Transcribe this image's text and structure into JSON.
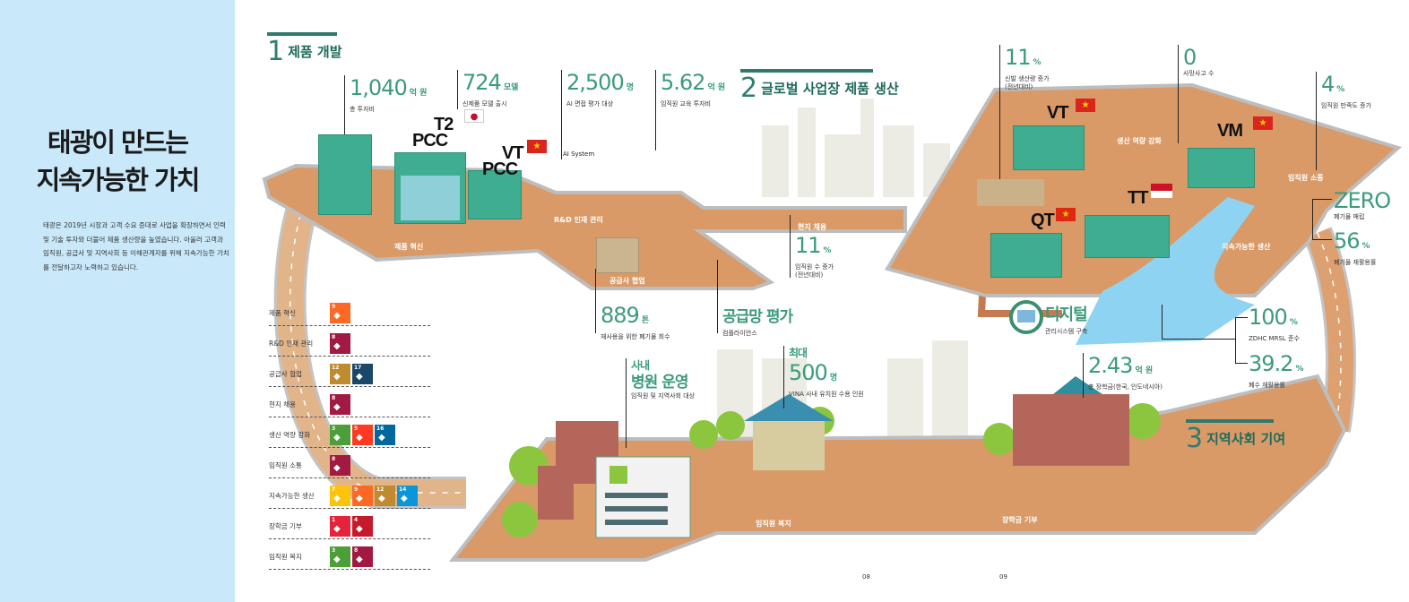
{
  "intro": {
    "title_line1": "태광이 만드는",
    "title_line2": "지속가능한 가치",
    "body": "태광은 2019년 시장과 고객 수요 증대로 사업을 확장하면서 인력 및 기술 투자와 더불어 제품 생산량을 높였습니다. 아울러 고객과 임직원, 공급사 및 지역사회 등 이해관계자를 위해 지속가능한 가치를 전달하고자 노력하고 있습니다."
  },
  "sections": [
    {
      "num": "1",
      "title": "제품 개발"
    },
    {
      "num": "2",
      "title": "글로벌 사업장 제품 생산"
    },
    {
      "num": "3",
      "title": "지역사회 기여"
    }
  ],
  "stats": {
    "investment": {
      "value": "1,040",
      "unit": "억 원",
      "caption": "총 투자비"
    },
    "models": {
      "value": "724",
      "unit": "모델",
      "caption": "신제품 모델 출시"
    },
    "ai": {
      "value": "2,500",
      "unit": "명",
      "caption": "AI 면접 평가 대상"
    },
    "edu": {
      "value": "5.62",
      "unit": "억 원",
      "caption": "임직원 교육 투자비"
    },
    "waste": {
      "value": "889",
      "unit": "톤",
      "caption": "재사용을 위한 폐기물 회수"
    },
    "supply": {
      "value": "공급망 평가",
      "caption": "컴플라이언스"
    },
    "staff": {
      "value": "11",
      "unit": "%",
      "caption1": "임직원 수 증가",
      "caption2": "(전년대비)"
    },
    "shoes": {
      "value": "11",
      "unit": "%",
      "caption1": "신발 생산량 증가",
      "caption2": "(전년대비)"
    },
    "fatal": {
      "value": "0",
      "caption": "사망사고 수"
    },
    "satisfaction": {
      "value": "4",
      "unit": "%",
      "caption": "임직원 만족도 증가"
    },
    "zero": {
      "value": "ZERO",
      "caption": "폐기물 매립"
    },
    "recycle": {
      "value": "56",
      "unit": "%",
      "caption": "폐기물 재활용률"
    },
    "digital": {
      "value": "디지털",
      "caption": "관리시스템 구축"
    },
    "zdhc": {
      "value": "100",
      "unit": "%",
      "caption": "ZDHC MRSL 준수"
    },
    "water": {
      "value": "39.2",
      "unit": "%",
      "caption": "폐수 재활용률"
    },
    "hospital": {
      "pre": "사내",
      "value": "병원 운영",
      "caption": "임직원 및 지역사회 대상"
    },
    "kinder": {
      "pre": "최대",
      "value": "500",
      "unit": "명",
      "caption": "VINA 사내 유치원 수용 인원"
    },
    "scholar": {
      "value": "2.43",
      "unit": "억 원",
      "caption": "총 장학금(한국, 인도네시아)"
    }
  },
  "scene_labels": {
    "product": "제품 혁신",
    "rnd": "R&D 인재 관리",
    "ai_system": "AI System",
    "supplier": "공급사 협업",
    "local": "현지 채용",
    "capacity": "생산 역량 강화",
    "comm": "임직원 소통",
    "sustain": "지속가능한 생산",
    "welfare": "임직원 복지",
    "scholar": "장학금 기부"
  },
  "factories": {
    "pcc_t2_a": "T2",
    "pcc_t2_b": "PCC",
    "pcc_vt_a": "VT",
    "pcc_vt_b": "PCC",
    "vt": "VT",
    "vm": "VM",
    "qt": "QT",
    "tt": "TT"
  },
  "sdg_rows": [
    {
      "label": "제품 혁신",
      "goals": [
        9
      ]
    },
    {
      "label": "R&D 인재 관리",
      "goals": [
        8
      ]
    },
    {
      "label": "공급사 협업",
      "goals": [
        12,
        17
      ]
    },
    {
      "label": "현지 채용",
      "goals": [
        8
      ]
    },
    {
      "label": "생산 역량 강화",
      "goals": [
        3,
        5,
        16
      ]
    },
    {
      "label": "임직원 소통",
      "goals": [
        8
      ]
    },
    {
      "label": "지속가능한 생산",
      "goals": [
        7,
        9,
        12,
        14
      ]
    },
    {
      "label": "장학금 기부",
      "goals": [
        1,
        4
      ]
    },
    {
      "label": "임직원 복지",
      "goals": [
        3,
        8
      ]
    }
  ],
  "sdg_colors": {
    "1": "#e5243b",
    "3": "#4c9f38",
    "4": "#c5192d",
    "5": "#ff3a21",
    "7": "#fcc30b",
    "8": "#a21942",
    "9": "#fd6925",
    "12": "#bf8b2e",
    "14": "#0a97d9",
    "16": "#00689d",
    "17": "#19486a"
  },
  "pages": {
    "left": "08",
    "right": "09"
  },
  "colors": {
    "accent": "#3b9b7b",
    "ground": "#d99a68",
    "panel": "#c9e9fb"
  }
}
